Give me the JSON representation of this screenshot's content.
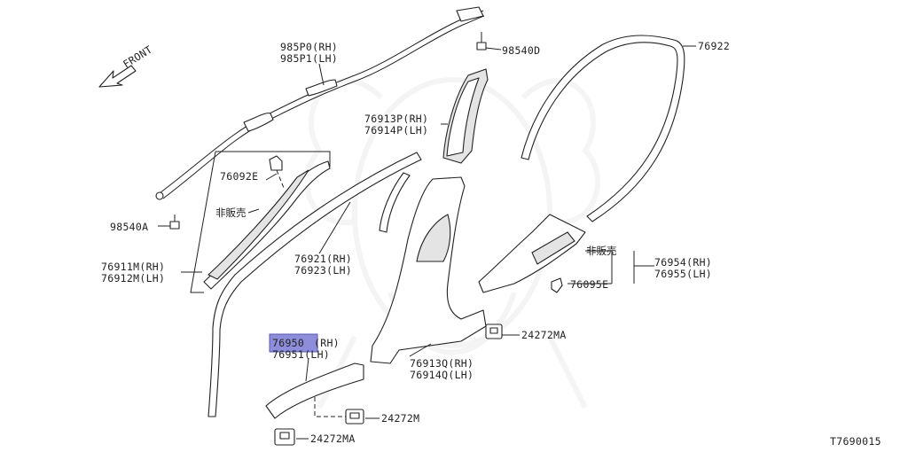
{
  "front_label": "FRONT",
  "drawing_code": "T7690015",
  "callouts": {
    "p98540D": "98540D",
    "p985P0": "985P0(RH)",
    "p985P1": "985P1(LH)",
    "p98540A": "98540A",
    "p76922": "76922",
    "p76913P": "76913P(RH)",
    "p76914P": "76914P(LH)",
    "p76092E": "76092E",
    "not_for_sale_left": "非販売",
    "p76921": "76921(RH)",
    "p76923": "76923(LH)",
    "p76911M": "76911M(RH)",
    "p76912M": "76912M(LH)",
    "not_for_sale_right": "非販売",
    "p76954": "76954(RH)",
    "p76955": "76955(LH)",
    "p76095E": "76095E",
    "p24272MA_right": "24272MA",
    "p76950_code": "76950",
    "p76950_side": "(RH)",
    "p76951": "76951(LH)",
    "p76913Q": "76913Q(RH)",
    "p76914Q": "76914Q(LH)",
    "p24272M": "24272M",
    "p24272MA_bottom": "24272MA"
  },
  "highlight_color": "#8d8ddb"
}
